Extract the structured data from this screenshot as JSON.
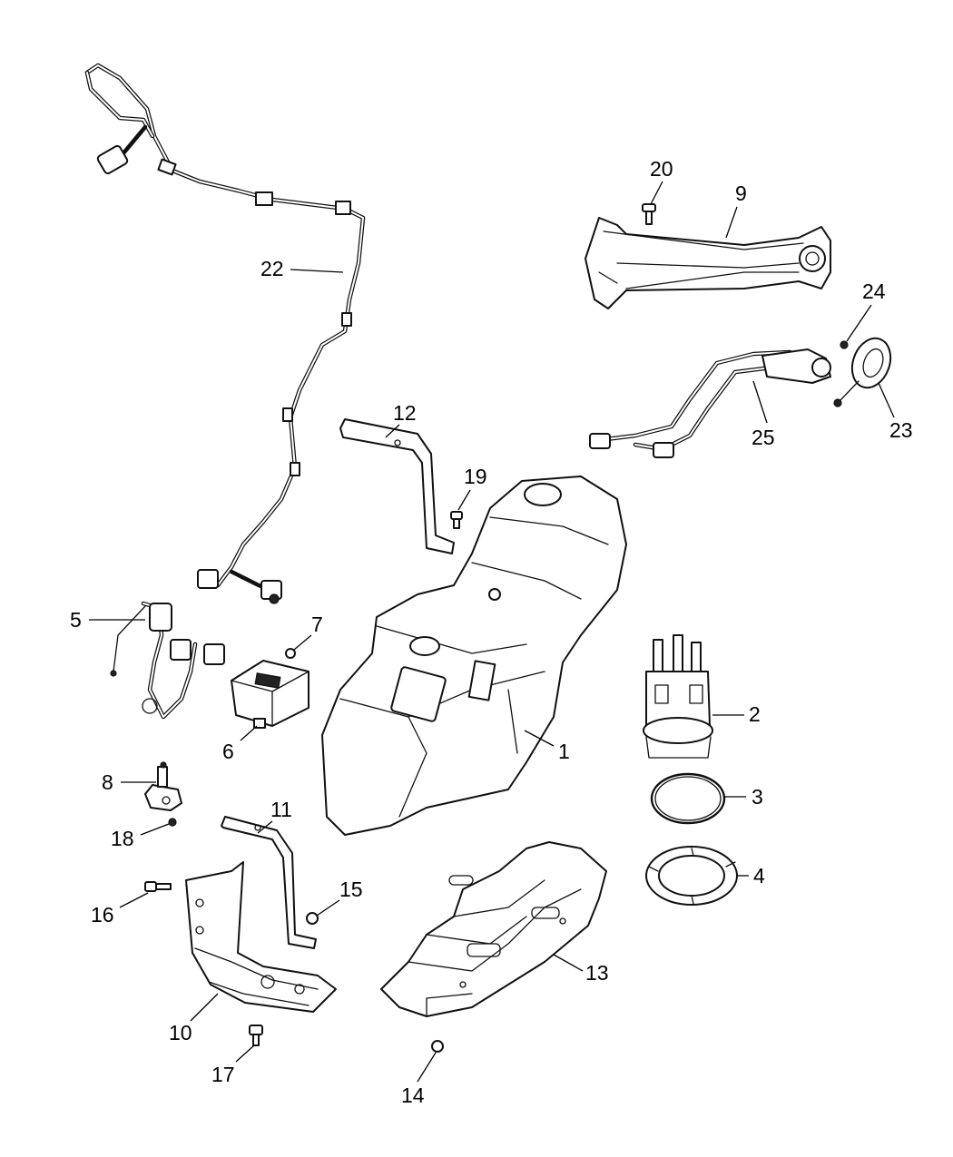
{
  "callouts": {
    "c1": "1",
    "c2": "2",
    "c3": "3",
    "c4": "4",
    "c5": "5",
    "c6": "6",
    "c7": "7",
    "c8": "8",
    "c9": "9",
    "c10": "10",
    "c11": "11",
    "c12": "12",
    "c13": "13",
    "c14": "14",
    "c15": "15",
    "c16": "16",
    "c17": "17",
    "c18": "18",
    "c19": "19",
    "c20": "20",
    "c22": "22",
    "c23": "23",
    "c24": "24",
    "c25": "25"
  },
  "parts": {
    "p1": "fuel-tank",
    "p2": "fuel-pump-module",
    "p3": "o-ring-seal",
    "p4": "lock-ring",
    "p5": "wiring-harness-jumper",
    "p6": "control-module",
    "p7": "nut",
    "p8": "sensor",
    "p9": "filler-bracket",
    "p10": "skid-plate-bracket",
    "p11": "tank-strap-rear",
    "p12": "tank-strap-front",
    "p13": "skid-plate",
    "p14": "nut",
    "p15": "nut",
    "p16": "bolt",
    "p17": "bolt",
    "p18": "nut",
    "p19": "bolt",
    "p20": "bolt",
    "p22": "wiring-harness",
    "p23": "filler-housing",
    "p24": "screw",
    "p25": "filler-tube"
  }
}
